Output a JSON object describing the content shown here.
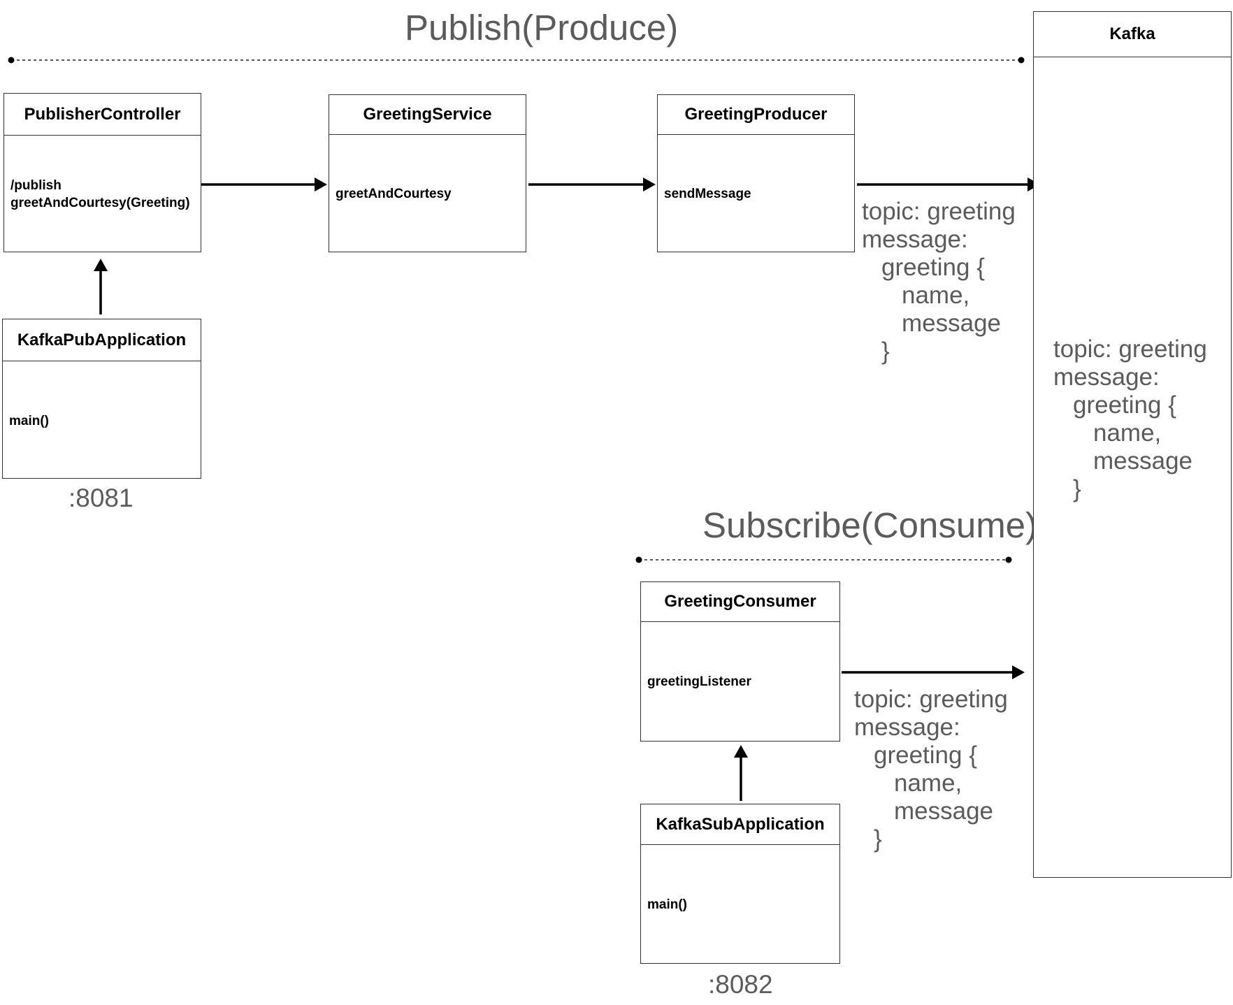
{
  "publish": {
    "title": "Publish(Produce)",
    "port": ":8081",
    "controller": {
      "title": "PublisherController",
      "line1": "/publish",
      "line2": "greetAndCourtesy(Greeting)"
    },
    "service": {
      "title": "GreetingService",
      "method": "greetAndCourtesy"
    },
    "producer": {
      "title": "GreetingProducer",
      "method": "sendMessage"
    },
    "app": {
      "title": "KafkaPubApplication",
      "method": "main()"
    },
    "message": {
      "topic": "topic: greeting",
      "label": "message:",
      "open": "greeting {",
      "field1": "name,",
      "field2": "message",
      "close": "}"
    }
  },
  "kafka": {
    "title": "Kafka",
    "message": {
      "topic": "topic: greeting",
      "label": "message:",
      "open": "greeting {",
      "field1": "name,",
      "field2": "message",
      "close": "}"
    }
  },
  "subscribe": {
    "title": "Subscribe(Consume)",
    "port": ":8082",
    "consumer": {
      "title": "GreetingConsumer",
      "method": "greetingListener"
    },
    "app": {
      "title": "KafkaSubApplication",
      "method": "main()"
    },
    "message": {
      "topic": "topic: greeting",
      "label": "message:",
      "open": "greeting {",
      "field1": "name,",
      "field2": "message",
      "close": "}"
    }
  }
}
